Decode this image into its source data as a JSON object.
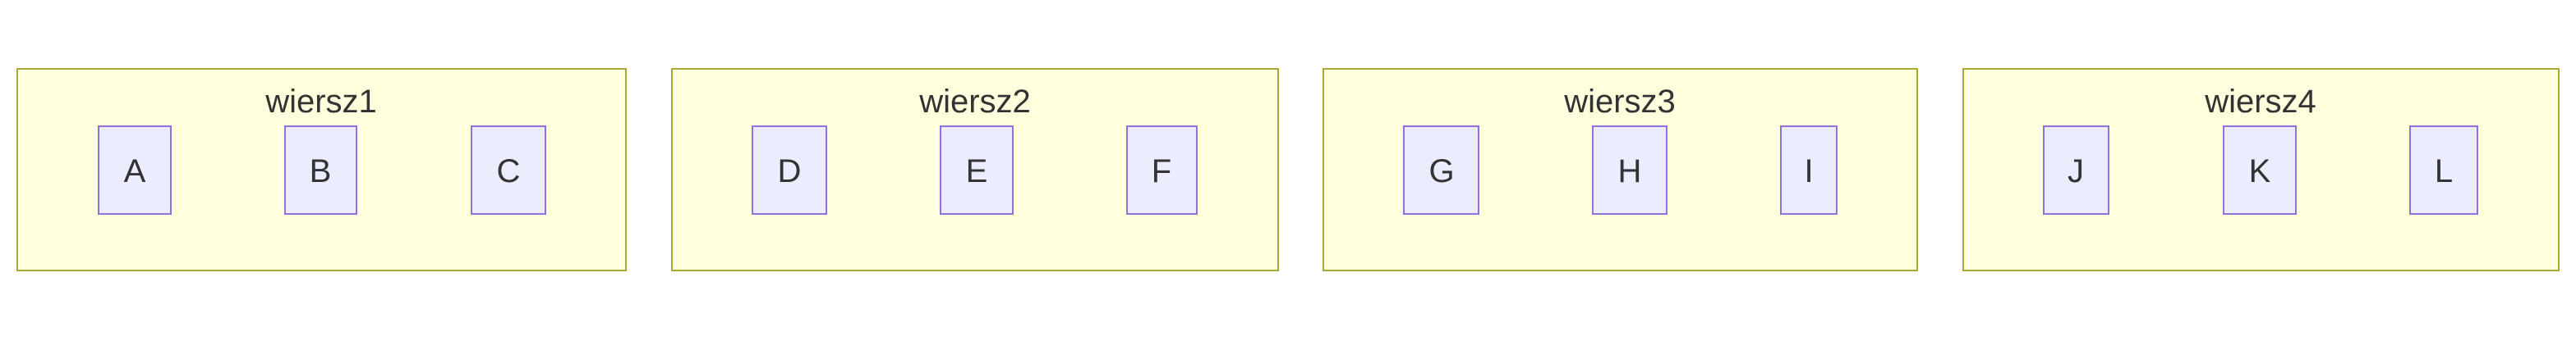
{
  "colors": {
    "cluster_fill": "#ffffde",
    "cluster_stroke": "#aaaa33",
    "node_fill": "#ececff",
    "node_stroke": "#9370db",
    "text": "#333333"
  },
  "diagram": {
    "clusters": [
      {
        "label": "wiersz1",
        "nodes": [
          "A",
          "B",
          "C"
        ]
      },
      {
        "label": "wiersz2",
        "nodes": [
          "D",
          "E",
          "F"
        ]
      },
      {
        "label": "wiersz3",
        "nodes": [
          "G",
          "H",
          "I"
        ]
      },
      {
        "label": "wiersz4",
        "nodes": [
          "J",
          "K",
          "L"
        ]
      }
    ]
  }
}
